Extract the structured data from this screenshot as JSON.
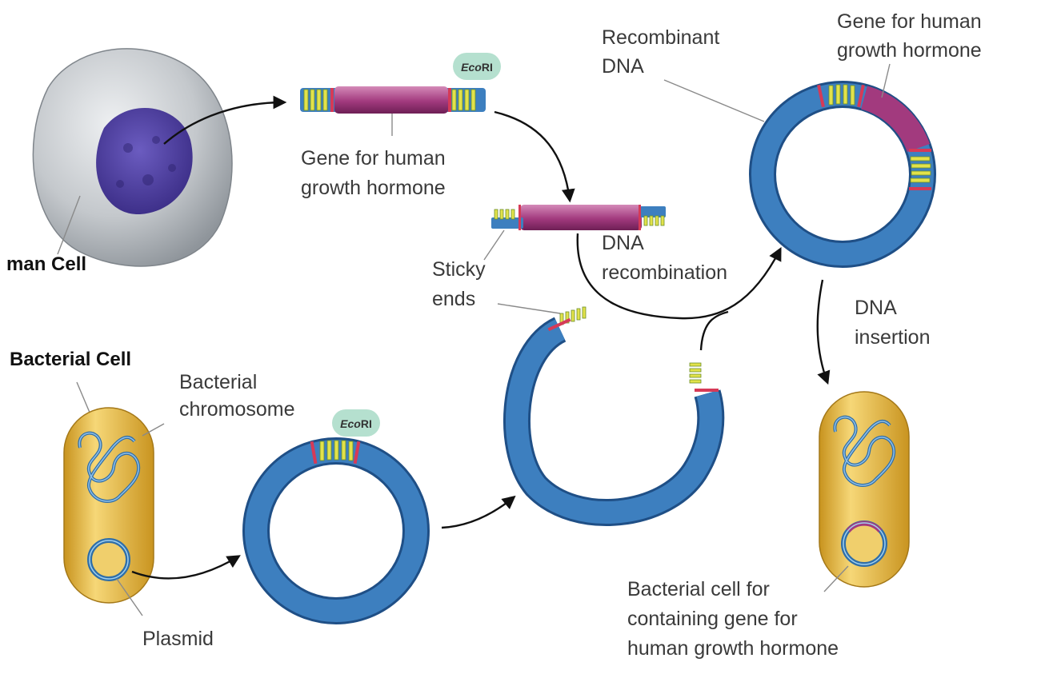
{
  "colors": {
    "cell_gray": "#c4c8cc",
    "nucleus": "#4a3a99",
    "gene": "#a23a7e",
    "plasmid": "#3d7fbf",
    "bacteria": "#e6b93c",
    "sticky_end": "#e2e24a",
    "cut_site": "#d63a57",
    "enzyme_badge": "#b5e0cf"
  },
  "labels": {
    "human_cell": "man Cell",
    "bacterial_cell": "Bacterial Cell",
    "bacterial_chromosome_1": "Bacterial",
    "bacterial_chromosome_2": "chromosome",
    "plasmid": "Plasmid",
    "gene_1": "Gene for human",
    "gene_2": "growth hormone",
    "sticky_ends_1": "Sticky",
    "sticky_ends_2": "ends",
    "dna_recombination_1": "DNA",
    "dna_recombination_2": "recombination",
    "recombinant_dna_1": "Recombinant",
    "recombinant_dna_2": "DNA",
    "gene_top_1": "Gene for human",
    "gene_top_2": "growth hormone",
    "dna_insertion_1": "DNA",
    "dna_insertion_2": "insertion",
    "result_1": "Bacterial cell for",
    "result_2": "containing gene for",
    "result_3": "human growth hormone"
  },
  "enzyme": {
    "italic": "Eco",
    "roman": "RI"
  }
}
